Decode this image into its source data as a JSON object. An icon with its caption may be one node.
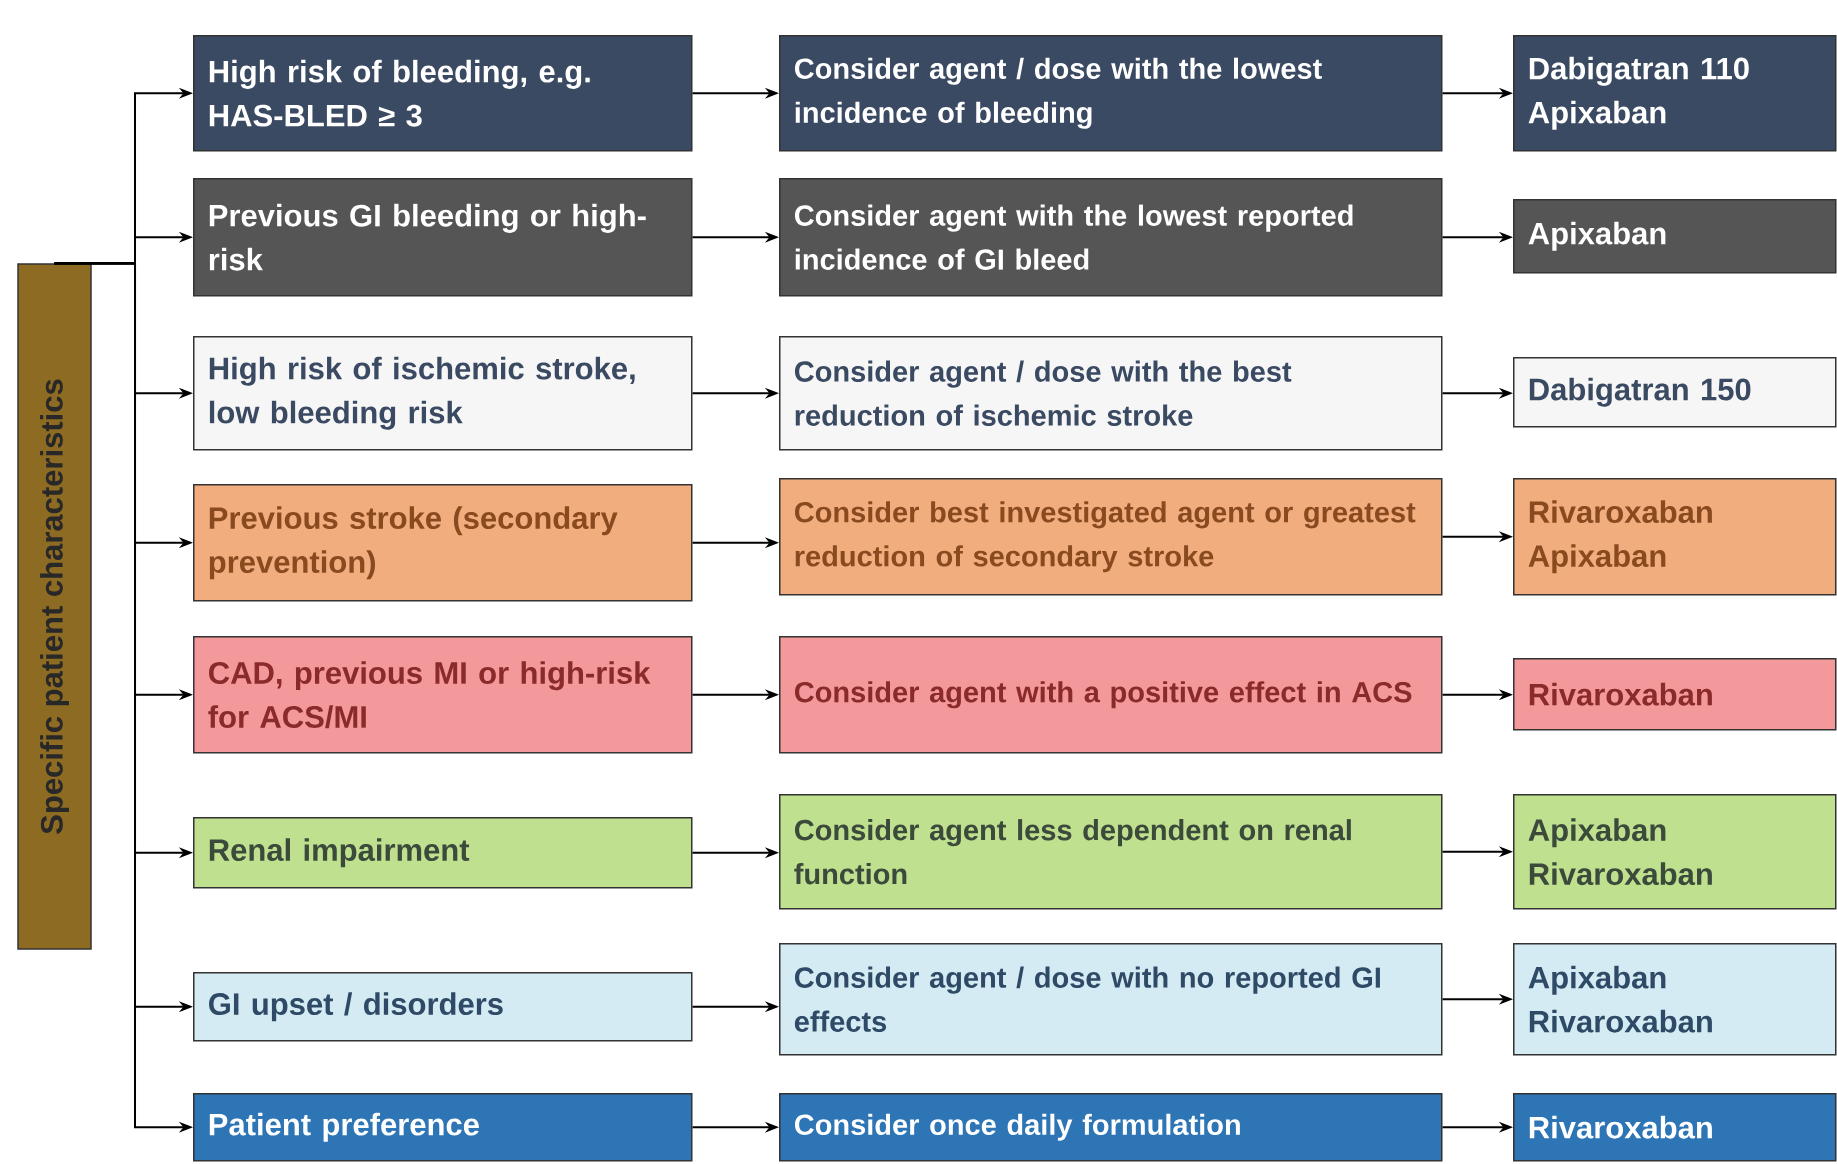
{
  "diagram": {
    "nodes": [
      {
        "text": [
          "Specific patient characteristics"
        ]
      },
      {
        "text": [
          "High risk of bleeding, e.g. HAS-BLED ≥ 3"
        ]
      },
      {
        "text": [
          "Consider agent / dose with the lowest incidence of bleeding"
        ]
      },
      {
        "text": [
          "Dabigatran 110",
          "Apixaban"
        ]
      },
      {
        "text": [
          "Previous GI bleeding or high-risk"
        ]
      },
      {
        "text": [
          "Consider agent with the lowest reported incidence of GI bleed"
        ]
      },
      {
        "text": [
          "Apixaban"
        ]
      },
      {
        "text": [
          "High risk of ischemic stroke, low bleeding risk"
        ]
      },
      {
        "text": [
          "Consider agent / dose with the best reduction of ischemic stroke"
        ]
      },
      {
        "text": [
          "Dabigatran 150"
        ]
      },
      {
        "text": [
          "Previous stroke (secondary prevention)"
        ]
      },
      {
        "text": [
          "Consider best investigated agent or greatest reduction of secondary stroke"
        ]
      },
      {
        "text": [
          "Rivaroxaban",
          "Apixaban"
        ]
      },
      {
        "text": [
          "CAD, previous MI or high-risk for ACS/MI"
        ]
      },
      {
        "text": [
          "Consider agent with a positive effect in ACS"
        ]
      },
      {
        "text": [
          "Rivaroxaban"
        ]
      },
      {
        "text": [
          "Renal impairment"
        ]
      },
      {
        "text": [
          "Consider agent less dependent on renal function"
        ]
      },
      {
        "text": [
          "Apixaban",
          "Rivaroxaban"
        ]
      },
      {
        "text": [
          "GI upset / disorders"
        ]
      },
      {
        "text": [
          "Consider agent / dose with no reported GI effects"
        ]
      },
      {
        "text": [
          "Apixaban",
          "Rivaroxaban"
        ]
      },
      {
        "text": [
          "Patient preference"
        ]
      },
      {
        "text": [
          "Consider once daily formulation"
        ]
      },
      {
        "text": [
          "Rivaroxaban"
        ]
      }
    ],
    "edges": [
      {
        "from": 0,
        "to": 1,
        "arrow": "to"
      },
      {
        "from": 0,
        "to": 4,
        "arrow": "to"
      },
      {
        "from": 0,
        "to": 7,
        "arrow": "to"
      },
      {
        "from": 0,
        "to": 10,
        "arrow": "to"
      },
      {
        "from": 0,
        "to": 13,
        "arrow": "to"
      },
      {
        "from": 0,
        "to": 16,
        "arrow": "to"
      },
      {
        "from": 0,
        "to": 19,
        "arrow": "to"
      },
      {
        "from": 0,
        "to": 22,
        "arrow": "to"
      },
      {
        "from": 1,
        "to": 2,
        "arrow": "to"
      },
      {
        "from": 2,
        "to": 3,
        "arrow": "to"
      },
      {
        "from": 4,
        "to": 5,
        "arrow": "to"
      },
      {
        "from": 5,
        "to": 6,
        "arrow": "to"
      },
      {
        "from": 7,
        "to": 8,
        "arrow": "to"
      },
      {
        "from": 8,
        "to": 9,
        "arrow": "to"
      },
      {
        "from": 10,
        "to": 11,
        "arrow": "to"
      },
      {
        "from": 11,
        "to": 12,
        "arrow": "to"
      },
      {
        "from": 13,
        "to": 14,
        "arrow": "to"
      },
      {
        "from": 14,
        "to": 15,
        "arrow": "to"
      },
      {
        "from": 16,
        "to": 17,
        "arrow": "to"
      },
      {
        "from": 17,
        "to": 18,
        "arrow": "to"
      },
      {
        "from": 19,
        "to": 20,
        "arrow": "to"
      },
      {
        "from": 20,
        "to": 21,
        "arrow": "to"
      },
      {
        "from": 22,
        "to": 23,
        "arrow": "to"
      },
      {
        "from": 23,
        "to": 24,
        "arrow": "to"
      }
    ]
  }
}
